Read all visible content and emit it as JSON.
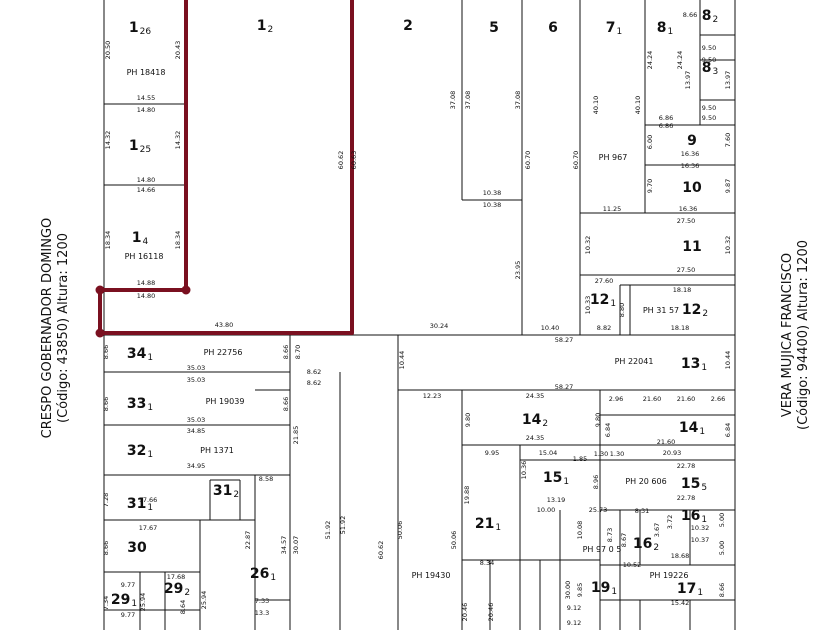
{
  "streets": {
    "left": {
      "name": "CRESPO GOBERNADOR DOMINGO",
      "detail": "(Código: 43850) Altura: 1200"
    },
    "right": {
      "name": "VERA MUJICA FRANCISCO",
      "detail": "(Código: 94400) Altura: 1200"
    }
  },
  "highlight_color": "#7a1020",
  "lots": [
    {
      "id": "lot-1-26",
      "label": "1",
      "sub": "26"
    },
    {
      "id": "lot-1-2",
      "label": "1",
      "sub": "2"
    },
    {
      "id": "lot-2",
      "label": "2",
      "sub": ""
    },
    {
      "id": "lot-5",
      "label": "5",
      "sub": ""
    },
    {
      "id": "lot-6",
      "label": "6",
      "sub": ""
    },
    {
      "id": "lot-7-1",
      "label": "7",
      "sub": "1"
    },
    {
      "id": "lot-8-1",
      "label": "8",
      "sub": "1"
    },
    {
      "id": "lot-8-2",
      "label": "8",
      "sub": "2"
    },
    {
      "id": "lot-8-3",
      "label": "8",
      "sub": "3"
    },
    {
      "id": "lot-1-25",
      "label": "1",
      "sub": "25"
    },
    {
      "id": "lot-9",
      "label": "9",
      "sub": ""
    },
    {
      "id": "lot-10",
      "label": "10",
      "sub": ""
    },
    {
      "id": "lot-1-4",
      "label": "1",
      "sub": "4"
    },
    {
      "id": "lot-11",
      "label": "11",
      "sub": ""
    },
    {
      "id": "lot-12-1",
      "label": "12",
      "sub": "1"
    },
    {
      "id": "lot-12-2",
      "label": "12",
      "sub": "2"
    },
    {
      "id": "lot-34-1",
      "label": "34",
      "sub": "1"
    },
    {
      "id": "lot-13-1",
      "label": "13",
      "sub": "1"
    },
    {
      "id": "lot-33-1",
      "label": "33",
      "sub": "1"
    },
    {
      "id": "lot-14-2",
      "label": "14",
      "sub": "2"
    },
    {
      "id": "lot-14-1",
      "label": "14",
      "sub": "1"
    },
    {
      "id": "lot-32-1",
      "label": "32",
      "sub": "1"
    },
    {
      "id": "lot-15-1",
      "label": "15",
      "sub": "1"
    },
    {
      "id": "lot-15-5",
      "label": "15",
      "sub": "5"
    },
    {
      "id": "lot-31-1",
      "label": "31",
      "sub": "1"
    },
    {
      "id": "lot-31-2",
      "label": "31",
      "sub": "2"
    },
    {
      "id": "lot-16-1",
      "label": "16",
      "sub": "1"
    },
    {
      "id": "lot-21-1",
      "label": "21",
      "sub": "1"
    },
    {
      "id": "lot-30",
      "label": "30",
      "sub": ""
    },
    {
      "id": "lot-16-2",
      "label": "16",
      "sub": "2"
    },
    {
      "id": "lot-26-1",
      "label": "26",
      "sub": "1"
    },
    {
      "id": "lot-17-1",
      "label": "17",
      "sub": "1"
    },
    {
      "id": "lot-29-1",
      "label": "29",
      "sub": "1"
    },
    {
      "id": "lot-29-2",
      "label": "29",
      "sub": "2"
    },
    {
      "id": "lot-19-1",
      "label": "19",
      "sub": "1"
    }
  ],
  "ph_labels": [
    "PH 18418",
    "PH 16118",
    "PH 967",
    "PH 31 57",
    "PH 22756",
    "PH 22041",
    "PH 19039",
    "PH 1371",
    "PH 20 606",
    "PH 97 0 5",
    "PH 19226",
    "PH 19430"
  ],
  "dims": [
    "20.50",
    "20.43",
    "14.55",
    "14.80",
    "14.32",
    "14.32",
    "14.80",
    "14.66",
    "18.34",
    "18.34",
    "14.88",
    "14.80",
    "43.80",
    "60.62",
    "60.63",
    "37.08",
    "37.08",
    "37.08",
    "60.70",
    "60.70",
    "10.38",
    "10.38",
    "23.95",
    "40.10",
    "40.10",
    "24.24",
    "24.24",
    "6.86",
    "6.86",
    "6.00",
    "16.36",
    "16.36",
    "9.70",
    "9.87",
    "11.25",
    "16.36",
    "8.66",
    "9.50",
    "9.50",
    "9.50",
    "13.97",
    "13.97",
    "9.50",
    "7.60",
    "27.50",
    "10.32",
    "10.32",
    "27.50",
    "27.60",
    "18.18",
    "10.33",
    "8.80",
    "8.82",
    "18.18",
    "30.24",
    "10.40",
    "58.27",
    "58.27",
    "10.44",
    "10.44",
    "8.66",
    "8.66",
    "8.70",
    "35.03",
    "35.03",
    "8.62",
    "8.62",
    "8.66",
    "35.03",
    "8.66",
    "34.85",
    "21.85",
    "12.23",
    "24.35",
    "24.35",
    "9.80",
    "9.80",
    "6.84",
    "6.84",
    "2.96",
    "21.60",
    "21.60",
    "2.66",
    "21.60",
    "34.95",
    "9.95",
    "15.04",
    "1.85",
    "10.36",
    "8.96",
    "20.93",
    "22.78",
    "22.78",
    "8.58",
    "19.88",
    "13.19",
    "10.00",
    "7.28",
    "8.66",
    "17.66",
    "17.67",
    "25.73",
    "8.31",
    "3.72",
    "5.00",
    "10.32",
    "10.37",
    "5.00",
    "10.08",
    "8.73",
    "8.67",
    "3.67",
    "22.87",
    "34.57",
    "30.07",
    "51.92",
    "51.92",
    "60.62",
    "50.06",
    "50.06",
    "30.00",
    "9.85",
    "18.68",
    "10.52",
    "15.42",
    "8.66",
    "9.77",
    "17.68",
    "9.77",
    "7.34",
    "25.94",
    "8.64",
    "25.94",
    "7.33",
    "13.3",
    "20.46",
    "20.46",
    "9.12",
    "9.12",
    "8.34",
    "1.30",
    "1.30"
  ]
}
